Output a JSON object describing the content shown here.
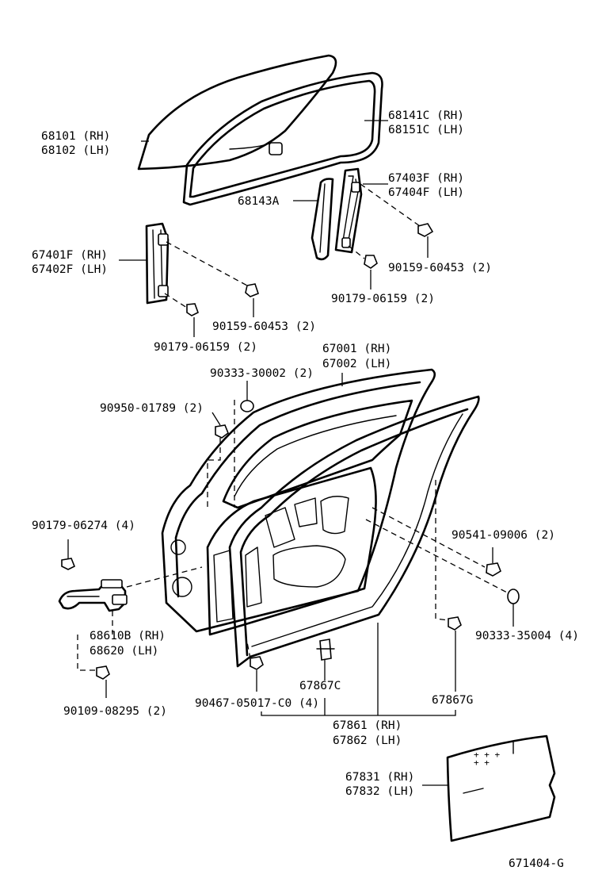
{
  "diagram_id": "671404-G",
  "labels": {
    "glass": [
      "68101 (RH)",
      "68102 (LH)"
    ],
    "glass_run": [
      "68141C (RH)",
      "68151C (LH)"
    ],
    "front_channel": [
      "67403F (RH)",
      "67404F (LH)"
    ],
    "channel_seal": "68143A",
    "rear_channel": [
      "67401F (RH)",
      "67402F (LH)"
    ],
    "bolt_right": "90159-60453 (2)",
    "nut_right": "90179-06159 (2)",
    "bolt_left": "90159-60453 (2)",
    "nut_left": "90179-06159 (2)",
    "door_panel": [
      "67001 (RH)",
      "67002 (LH)"
    ],
    "hole_plug_top": "90333-30002 (2)",
    "hole_plug_left": "90950-01789 (2)",
    "hinge_nut": "90179-06274 (4)",
    "hole_plug_right": "90541-09006 (2)",
    "hinge": [
      "68610B (RH)",
      "68620  (LH)"
    ],
    "plug_right_lower": "90333-35004 (4)",
    "bolt_hinge": "90109-08295 (2)",
    "clip_c": "67867C",
    "clip_g": "67867G",
    "screw": "90467-05017-C0 (4)",
    "weatherstrip": [
      "67861 (RH)",
      "67862 (LH)"
    ],
    "service_cover": [
      "67831 (RH)",
      "67832 (LH)"
    ]
  }
}
